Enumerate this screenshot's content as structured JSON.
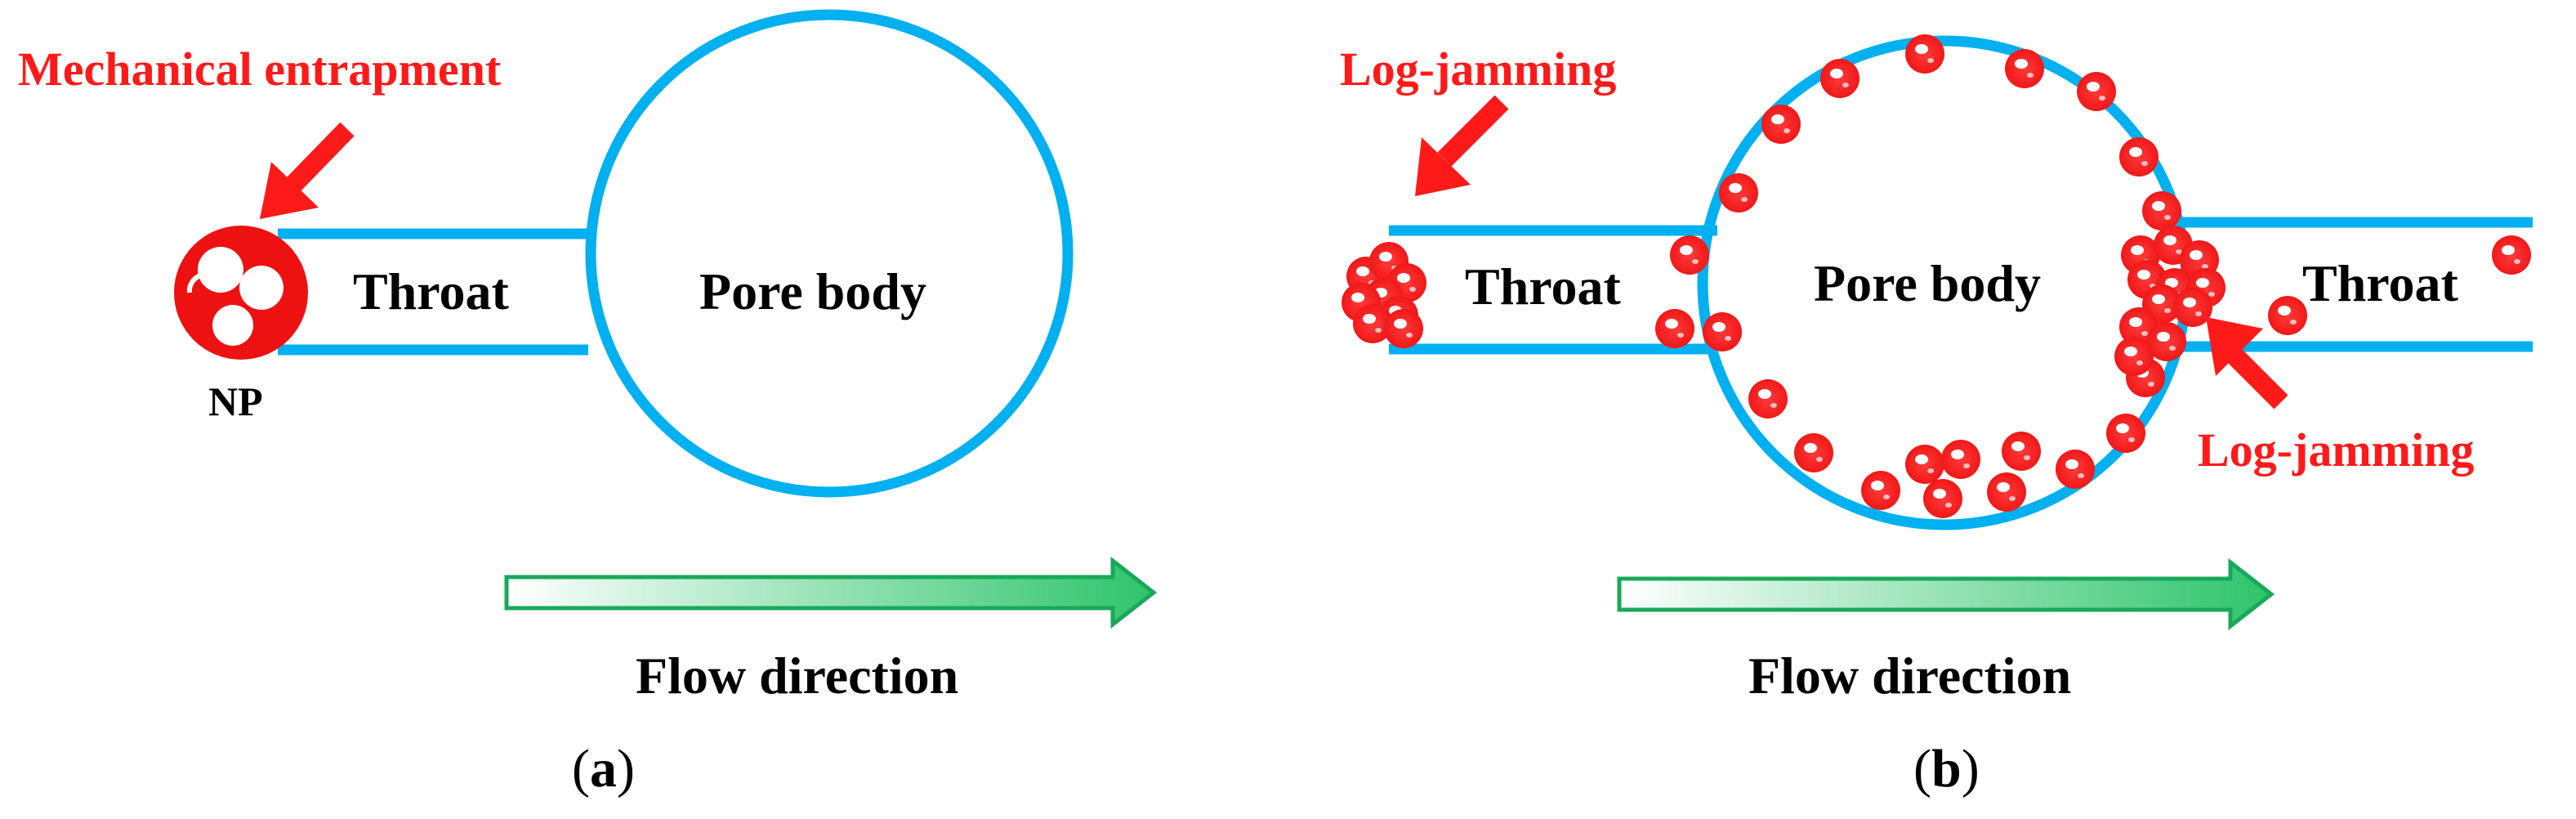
{
  "colors": {
    "pore_wall": "#00b0f0",
    "nanoparticle": "#ee1111",
    "annotation": "#ff1a1a",
    "flow_arrow_stroke": "#19a85a",
    "flow_arrow_fill_start": "#ffffff",
    "flow_arrow_fill_end": "#2ec46b",
    "text": "#000000"
  },
  "panel_a": {
    "annotation": "Mechanical entrapment",
    "throat_label": "Throat",
    "pore_label": "Pore body",
    "np_label": "NP",
    "flow_label": "Flow direction",
    "caption_open": "(",
    "caption_letter": "a",
    "caption_close": ")"
  },
  "panel_b": {
    "annotation_left": "Log-jamming",
    "annotation_right": "Log-jamming",
    "throat_left_label": "Throat",
    "pore_label": "Pore body",
    "throat_right_label": "Throat",
    "flow_label": "Flow direction",
    "caption_open": "(",
    "caption_letter": "b",
    "caption_close": ")"
  }
}
